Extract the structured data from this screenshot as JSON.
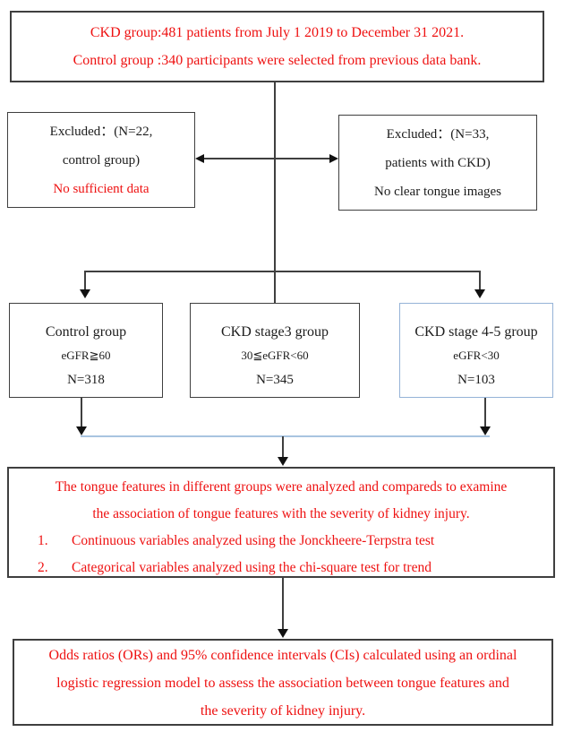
{
  "colors": {
    "red_text": "#ee1111",
    "black_text": "#1c1c1c",
    "line_color": "#3f3f3f",
    "blue_box_border": "#95b3d7",
    "blue_connector_line": "#a8c4e0"
  },
  "top_box": {
    "line1": "CKD group:481 patients from July 1 2019 to December 31 2021.",
    "line2": "Control group :340 participants were selected from previous data bank."
  },
  "excluded_left": {
    "line1": "Excluded：(N=22,",
    "line2": "control group)",
    "line3": "No sufficient data"
  },
  "excluded_right": {
    "line1": "Excluded：(N=33,",
    "line2": "patients with CKD)",
    "line3": "No clear tongue images"
  },
  "groups": [
    {
      "title": "Control group",
      "criteria": "eGFR≧60",
      "n": "N=318"
    },
    {
      "title": "CKD stage3 group",
      "criteria": "30≦eGFR<60",
      "n": "N=345"
    },
    {
      "title": "CKD stage 4-5 group",
      "criteria": "eGFR<30",
      "n": "N=103"
    }
  ],
  "analysis_box": {
    "line1": "The tongue features in different groups were analyzed and compareds to examine",
    "line2": "the association of tongue features with the severity of kidney injury.",
    "items": [
      {
        "num": "1.",
        "text": "Continuous variables analyzed using the Jonckheere-Terpstra test"
      },
      {
        "num": "2.",
        "text": "Categorical variables analyzed using the chi-square test for trend"
      }
    ]
  },
  "result_box": {
    "line1": "Odds ratios (ORs) and 95% confidence intervals (CIs) calculated using an ordinal",
    "line2": "logistic regression model to assess the association between tongue features and",
    "line3": "the severity of kidney injury."
  }
}
